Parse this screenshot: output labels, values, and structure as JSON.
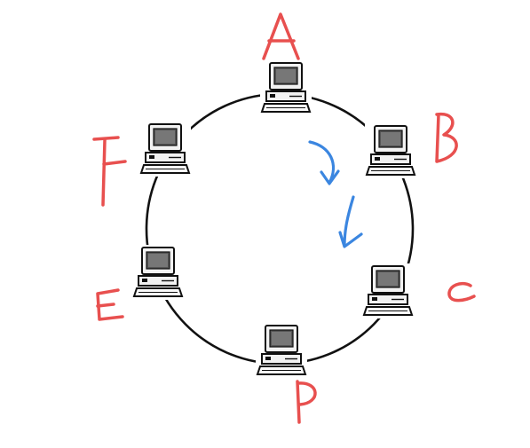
{
  "diagram": {
    "type": "ring-network",
    "ring_color": "#111111",
    "label_color": "#e8504f",
    "arrow_color": "#3b86e0",
    "nodes": [
      {
        "id": "A",
        "label": "A",
        "icon": "computer-icon"
      },
      {
        "id": "B",
        "label": "B",
        "icon": "computer-icon"
      },
      {
        "id": "C",
        "label": "C",
        "icon": "computer-icon"
      },
      {
        "id": "D",
        "label": "D",
        "icon": "computer-icon"
      },
      {
        "id": "E",
        "label": "E",
        "icon": "computer-icon"
      },
      {
        "id": "F",
        "label": "F",
        "icon": "computer-icon"
      }
    ],
    "arrows": [
      {
        "direction": "clockwise",
        "icon": "curved-arrow-icon"
      },
      {
        "direction": "clockwise",
        "icon": "curved-arrow-icon"
      }
    ]
  }
}
